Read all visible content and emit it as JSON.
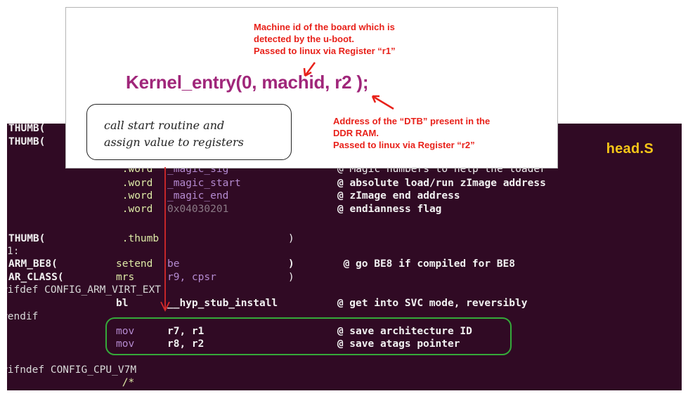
{
  "label": "head.S",
  "annotation": {
    "machid_note": [
      "Machine id of the board which is",
      "detected by the u-boot.",
      "Passed to linux via Register “r1”"
    ],
    "kernel_call": "Kernel_entry(0, machid, r2 );",
    "dtb_note": [
      "Address of the “DTB” present in the",
      "DDR RAM.",
      "Passed to linux via Register “r2”"
    ],
    "callout": [
      "call start routine and",
      "assign value to registers"
    ]
  },
  "colors": {
    "terminal_bg": "#300a24",
    "annotation_red": "#e8211a",
    "kernel_call": "#a0267a",
    "highlight_box": "#35a93a",
    "label": "#f5c518"
  },
  "code_lines": [
    {
      "c1": "THUMB(",
      "c2": "",
      "c3": "",
      "c4": ""
    },
    {
      "c1": "THUMB(",
      "c2": "",
      "c3": "",
      "c4": ""
    },
    {
      "c1": "",
      "c2": " .word",
      "c3": "_magic_sig",
      "c4": "@ Magic numbers to help the loader"
    },
    {
      "c1": "",
      "c2": " .word",
      "c3": "_magic_start",
      "c4": "@ absolute load/run zImage address"
    },
    {
      "c1": "",
      "c2": " .word",
      "c3": "_magic_end",
      "c4": "@ zImage end address"
    },
    {
      "c1": "",
      "c2": " .word",
      "c3": "0x04030201",
      "c4": "@ endianness flag"
    },
    {
      "c1": "",
      "c2": "",
      "c3": "",
      "c4": ""
    },
    {
      "c1": "THUMB(",
      "c2": " .thumb",
      "c3": "",
      "c4": ")"
    },
    {
      "c1": "1:",
      "c2": "",
      "c3": "",
      "c4": ""
    },
    {
      "c1": "ARM_BE8(",
      "c2": "setend",
      "c3": "be",
      "c4": ")        @ go BE8 if compiled for BE8"
    },
    {
      "c1": "AR_CLASS(",
      "c2": "mrs",
      "c3": "r9, cpsr",
      "c4": ")"
    },
    {
      "c1": "#ifdef CONFIG_ARM_VIRT_EXT",
      "c2": "",
      "c3": "",
      "c4": ""
    },
    {
      "c1": "",
      "c2": "bl",
      "c3": "__hyp_stub_install",
      "c4": "        @ get into SVC mode, reversibly"
    },
    {
      "c1": "#endif",
      "c2": "",
      "c3": "",
      "c4": ""
    },
    {
      "c1": "",
      "c2": "mov",
      "c3": "r7, r1",
      "c4": "        @ save architecture ID"
    },
    {
      "c1": "",
      "c2": "mov",
      "c3": "r8, r2",
      "c4": "        @ save atags pointer"
    },
    {
      "c1": "",
      "c2": "",
      "c3": "",
      "c4": ""
    },
    {
      "c1": "#ifndef CONFIG_CPU_V7M",
      "c2": "",
      "c3": "",
      "c4": ""
    },
    {
      "c1": "",
      "c2": " /*",
      "c3": "",
      "c4": ""
    }
  ]
}
